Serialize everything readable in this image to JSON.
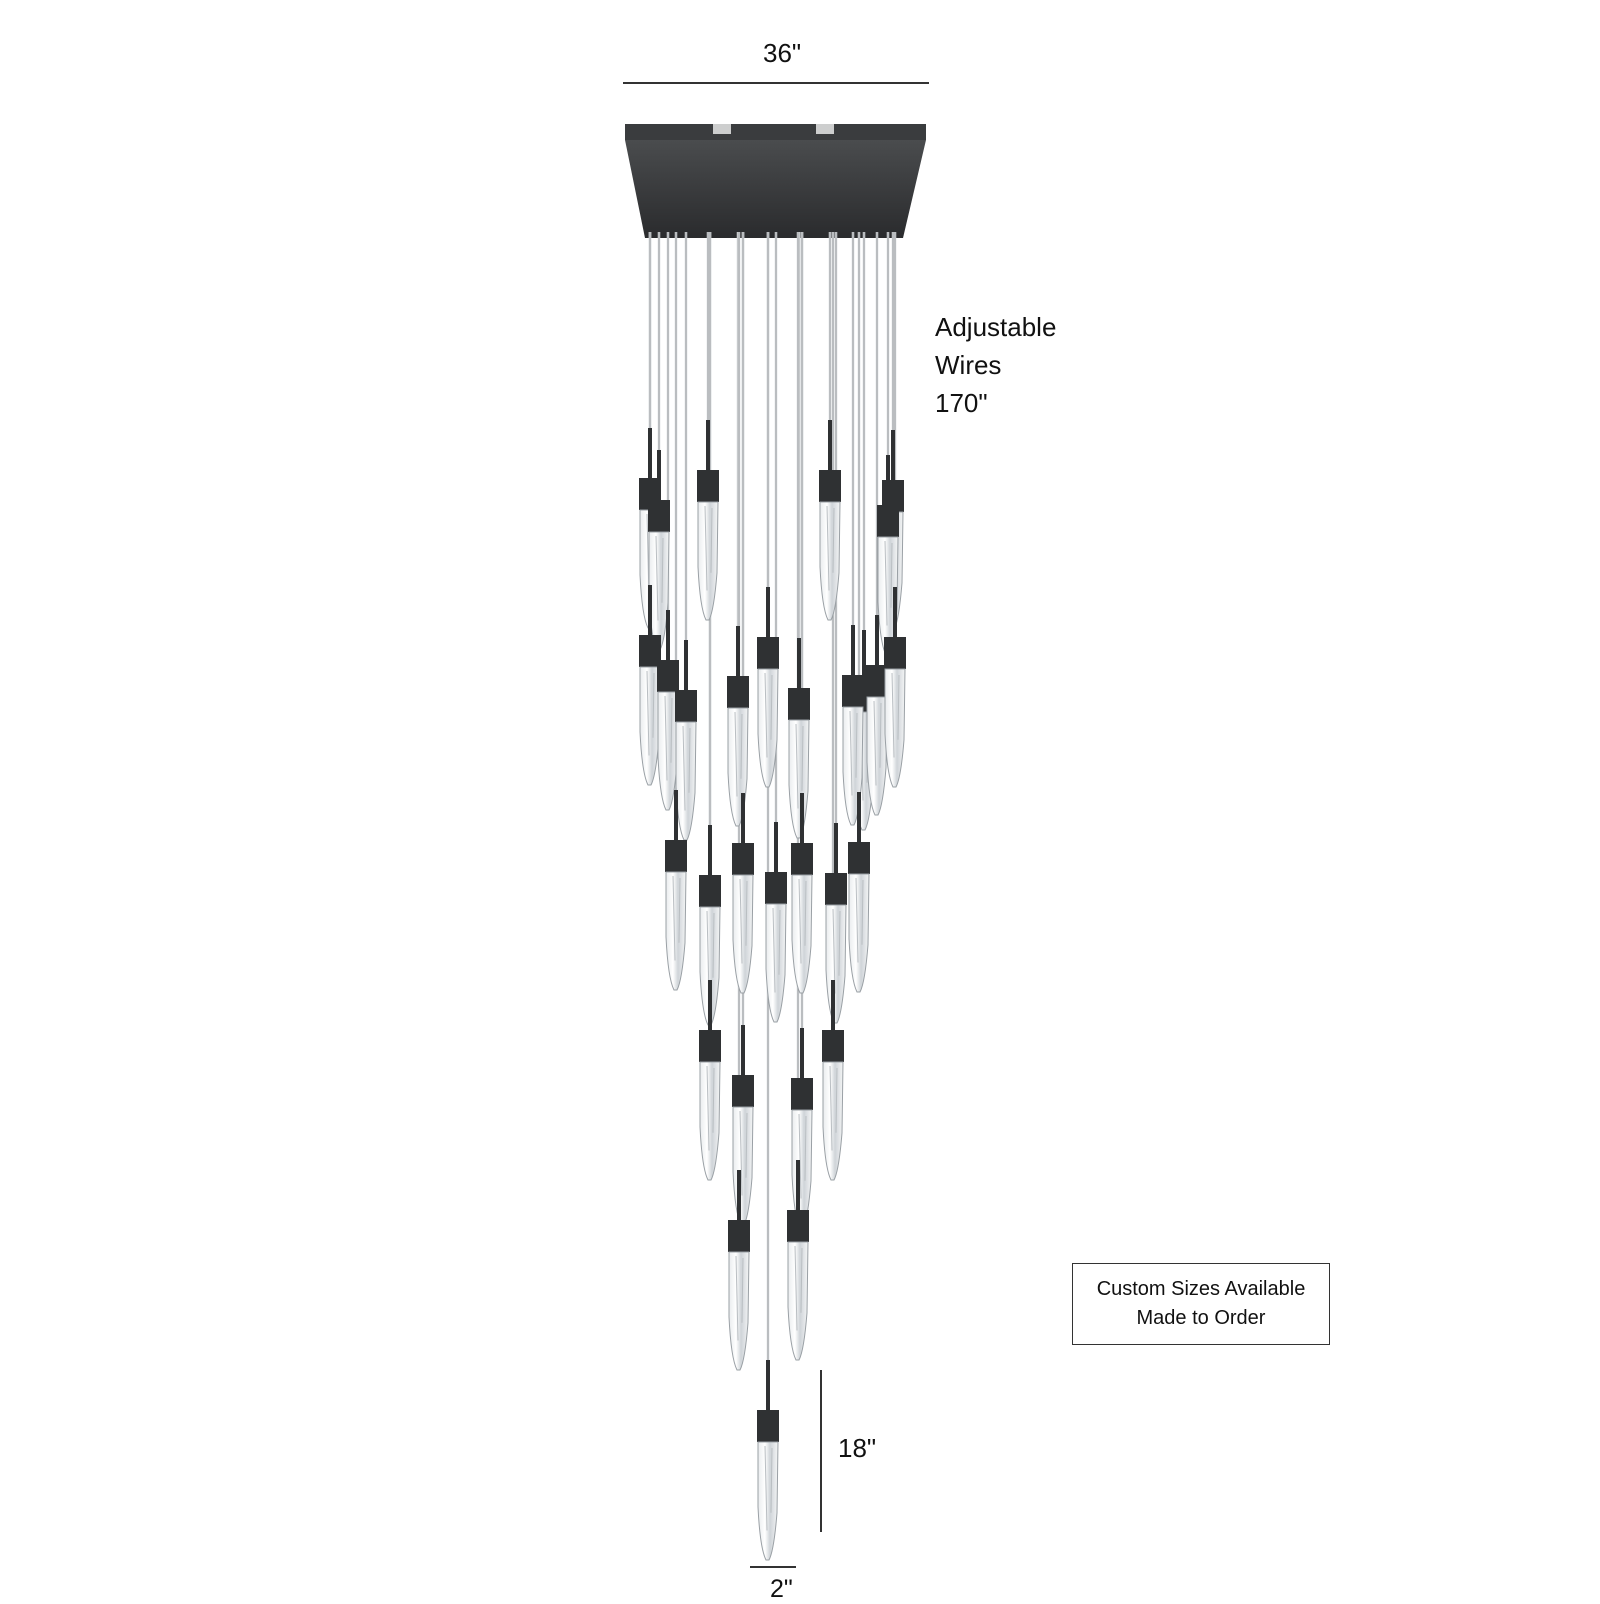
{
  "product": {
    "name_icon": "chandelier-pendant-cluster",
    "finish_color": "#2f3133",
    "canopy": {
      "shape": "square"
    },
    "pendants": [
      {
        "row": 1,
        "count": 6
      },
      {
        "row": 2,
        "count": 10
      },
      {
        "row": 3,
        "count": 7
      },
      {
        "row": 4,
        "count": 4
      },
      {
        "row": 5,
        "count": 2
      },
      {
        "row": 6,
        "count": 1
      }
    ],
    "pendant_total": 30
  },
  "dimensions": {
    "width_label": "36\"",
    "wires_label_line1": "Adjustable",
    "wires_label_line2": "Wires",
    "wires_label_line3": "170\"",
    "pendant_length_label": "18\"",
    "pendant_width_label": "2\""
  },
  "note": {
    "line1": "Custom Sizes Available",
    "line2": "Made to Order"
  }
}
